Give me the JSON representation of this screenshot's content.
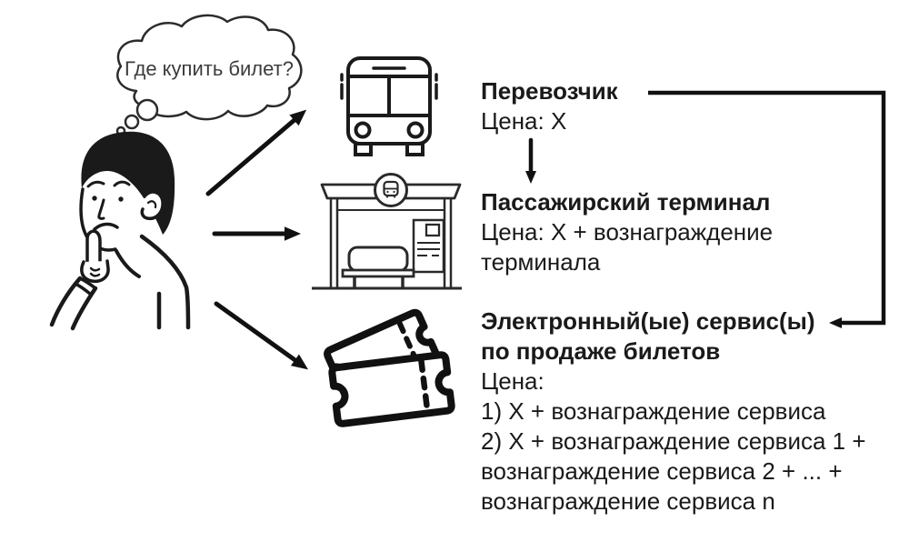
{
  "colors": {
    "ink": "#1a1a1a",
    "background": "#ffffff",
    "bubble_text": "#3c3c3c"
  },
  "thought_bubble": {
    "text": "Где купить билет?"
  },
  "person": {
    "description": "thinking-person-illustration"
  },
  "options": [
    {
      "icon": "bus-icon",
      "title_lines": [
        "Перевозчик"
      ],
      "price_lines": [
        "Цена: X"
      ]
    },
    {
      "icon": "bus-stop-icon",
      "title_lines": [
        "Пассажирский терминал"
      ],
      "price_lines": [
        "Цена: X + вознаграждение",
        "терминала"
      ]
    },
    {
      "icon": "tickets-icon",
      "title_lines": [
        "Электронный(ые) сервис(ы)",
        "по продаже билетов"
      ],
      "price_lines": [
        "Цена:",
        "1) X + вознаграждение сервиса",
        "2) X + вознаграждение сервиса 1 +",
        "вознаграждение сервиса 2 + ... +",
        "вознаграждение сервиса n"
      ]
    }
  ]
}
